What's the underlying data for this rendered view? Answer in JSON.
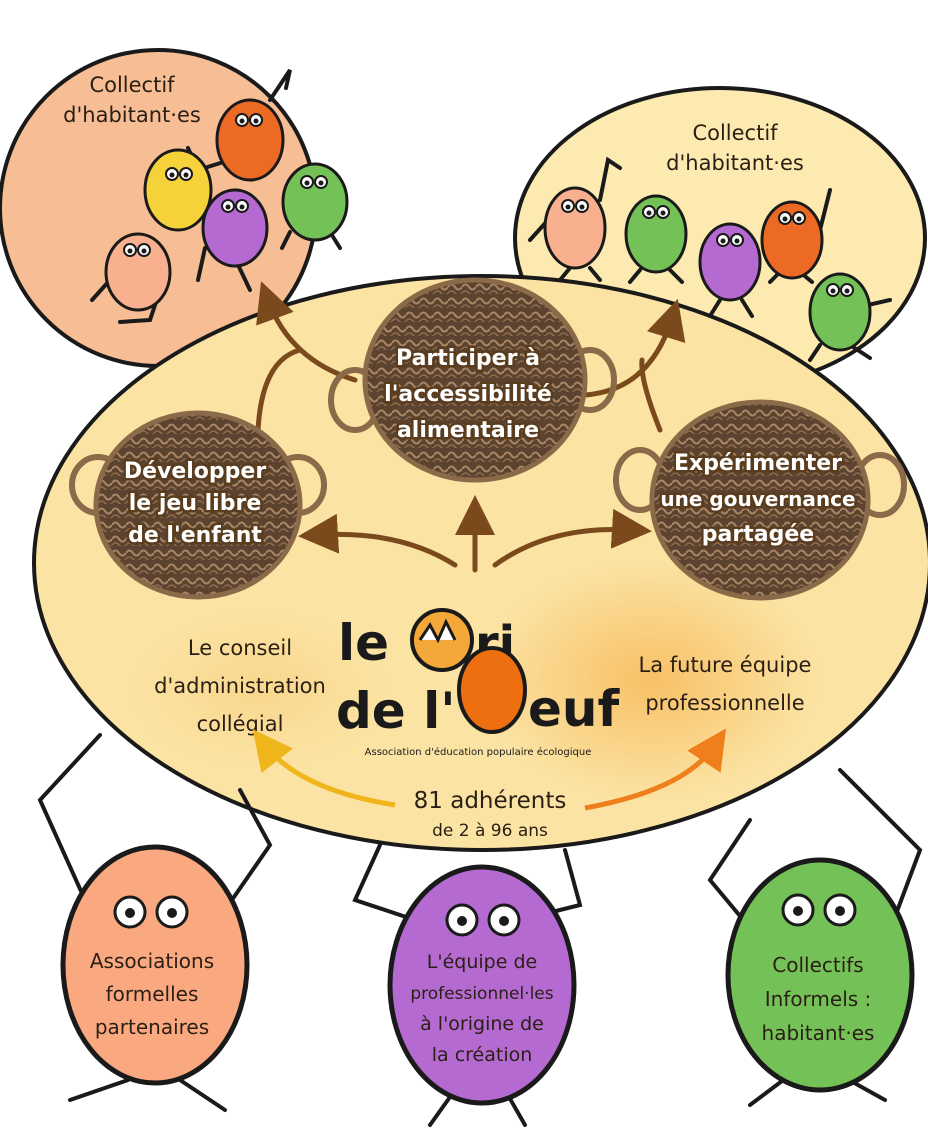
{
  "colors": {
    "big_ellipse": "#fbe3a3",
    "left_circle": "#f7bd94",
    "right_circle": "#fceab0",
    "egg_orange": "#f48b5a",
    "egg_peach": "#f9b08f",
    "egg_purple": "#b56ad1",
    "egg_green": "#74c257",
    "egg_yellow": "#f5d13a",
    "egg_redorange": "#ec6a24",
    "arrow_brown": "#7a4a1c",
    "arrow_yellow": "#f0b51a",
    "arrow_orange": "#ee7f1a",
    "basket": "#8a6a48"
  },
  "left_group": {
    "label_line1": "Collectif",
    "label_line2": "d'habitant·es"
  },
  "right_group": {
    "label_line1": "Collectif",
    "label_line2": "d'habitant·es"
  },
  "baskets": [
    {
      "line1": "Développer",
      "line2": "le jeu libre",
      "line3": "de l'enfant"
    },
    {
      "line1": "Participer à",
      "line2": "l'accessibilité",
      "line3": "alimentaire"
    },
    {
      "line1": "Expérimenter",
      "line2": "une gouvernance",
      "line3": "partagée"
    }
  ],
  "logo": {
    "line1a": "le",
    "line1b": "ri",
    "line2a": "de l'",
    "line2b": "euf",
    "tagline": "Association d'éducation populaire écologique"
  },
  "council": {
    "line1": "Le conseil",
    "line2": "d'administration",
    "line3": "collégial"
  },
  "future_team": {
    "line1": "La future équipe",
    "line2": "professionnelle"
  },
  "members": {
    "count_label": "81 adhérents",
    "age_label": "de 2 à 96 ans"
  },
  "bottom_eggs": [
    {
      "lines": [
        "Associations",
        "formelles",
        "partenaires"
      ]
    },
    {
      "lines": [
        "L'équipe de",
        "professionnel·les",
        "à l'origine de",
        "la création"
      ]
    },
    {
      "lines": [
        "Collectifs",
        "Informels :",
        "habitant·es"
      ]
    }
  ]
}
